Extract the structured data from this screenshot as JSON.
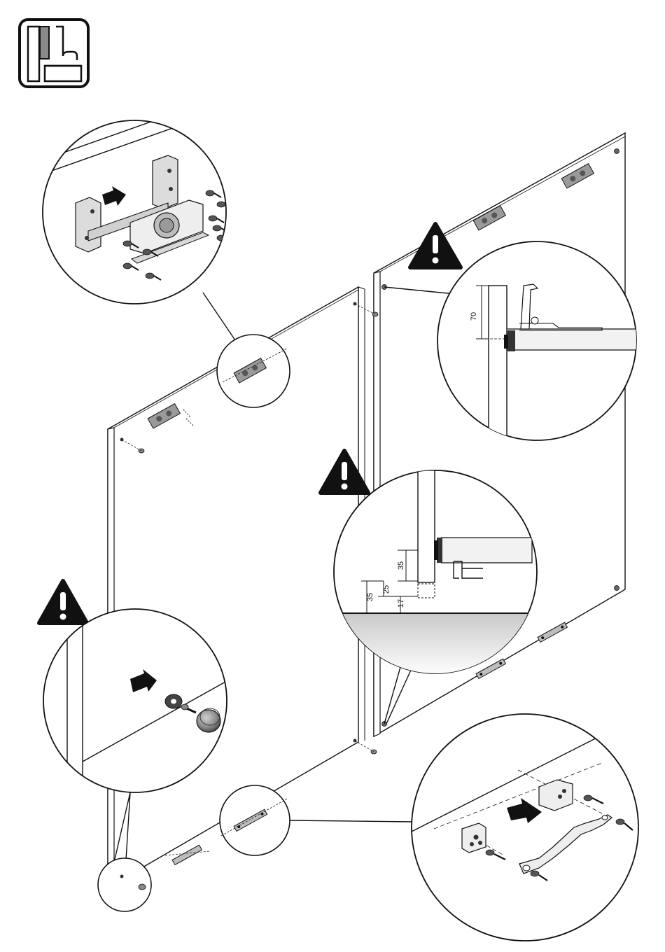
{
  "page": {
    "step_icon": "sliding-door-track-icon",
    "colors": {
      "ink": "#111111",
      "panel": "#ffffff",
      "gray": "#8a8a8a",
      "light_gray": "#d9d9d9",
      "floor_shade": "#e6e6e6"
    }
  },
  "callouts": {
    "top_right_dimension": "70",
    "middle_right_dimensions": [
      "35",
      "25",
      "35",
      "17"
    ]
  },
  "icons": [
    "warning-icon",
    "arrow-right-icon",
    "screw-icon",
    "bumper-stop-icon",
    "roller-bracket-icon",
    "bottom-guide-icon"
  ]
}
